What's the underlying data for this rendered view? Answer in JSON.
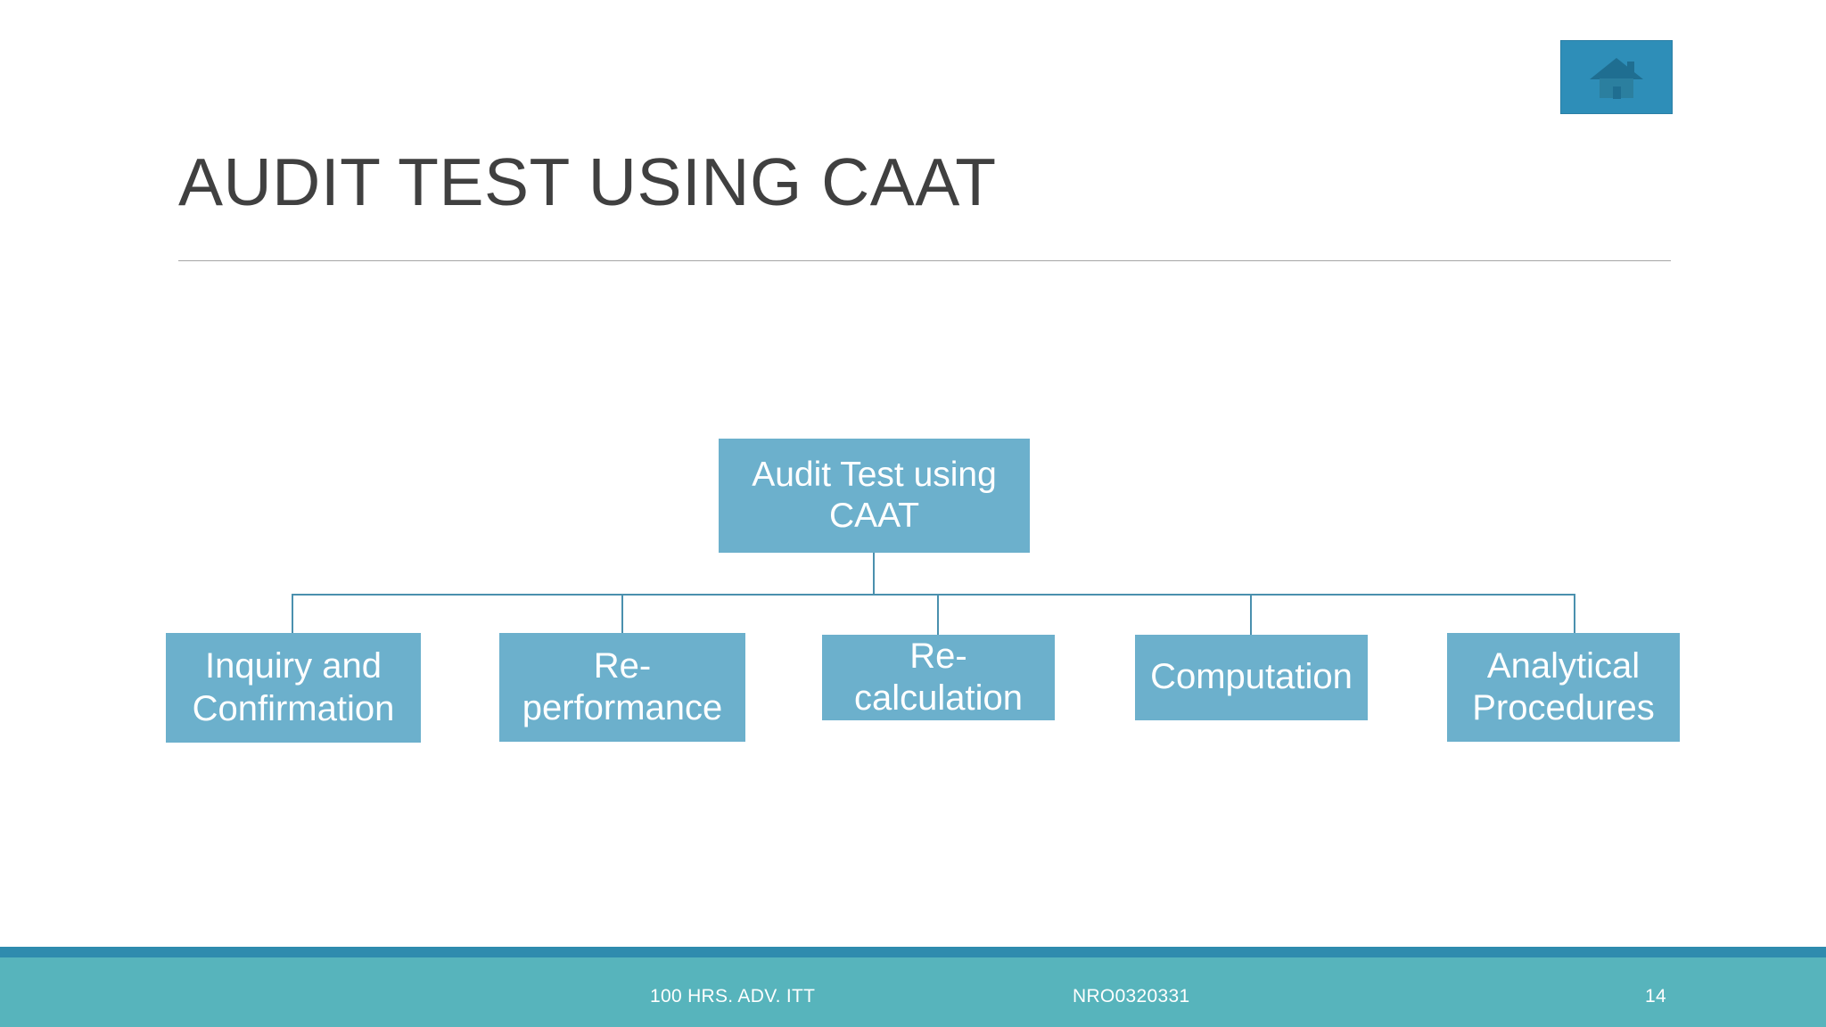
{
  "slide": {
    "title": "AUDIT TEST USING CAAT",
    "page_number": "14",
    "background_color": "#FFFFFF"
  },
  "home_button": {
    "icon": "home-icon",
    "label": "Home",
    "fill_color": "#2E8EB8",
    "glyph_color": "#1F6E91"
  },
  "diagram": {
    "type": "hierarchy",
    "node_fill": "#6CB0CC",
    "connector_color": "#4A90AE",
    "text_color": "#FFFFFF",
    "root": {
      "label": "Audit Test using CAAT"
    },
    "children": [
      {
        "label": "Inquiry and Confirmation"
      },
      {
        "label": "Re-performance"
      },
      {
        "label": "Re-calculation"
      },
      {
        "label": "Computation"
      },
      {
        "label": "Analytical Procedures"
      }
    ]
  },
  "footer": {
    "course": "100 HRS. ADV. ITT",
    "code": "NRO0320331",
    "page": "14",
    "stripe_color": "#2F8BAE",
    "bar_color": "#57B4BC"
  }
}
